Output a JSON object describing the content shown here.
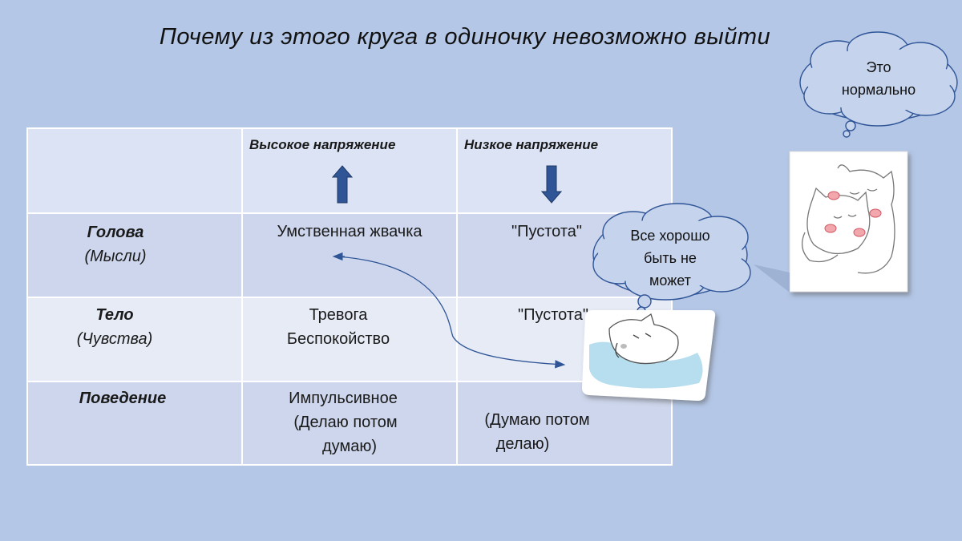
{
  "title": "Почему из этого круга в одиночку невозможно выйти",
  "table": {
    "headers": [
      "",
      "Высокое напряжение",
      "Низкое напряжение"
    ],
    "rows": [
      {
        "label": "Голова",
        "sub": "(Мысли)",
        "high": [
          "Умственная жвачка"
        ],
        "low": [
          "\"Пустота\""
        ]
      },
      {
        "label": "Тело",
        "sub": "(Чувства)",
        "high": [
          "Тревога",
          "Беспокойство"
        ],
        "low": [
          "\"Пустота\""
        ]
      },
      {
        "label": "Поведение",
        "sub": "",
        "high": [
          "Импульсивное",
          "(Делаю потом",
          "думаю)"
        ],
        "low": [
          "(Думаю потом",
          "делаю)"
        ]
      }
    ]
  },
  "bubble_top": [
    "Это",
    "нормально"
  ],
  "bubble_mid": [
    "Все хорошо",
    "быть не",
    "может"
  ],
  "colors": {
    "background": "#b4c7e7",
    "arrow": "#2f5597",
    "bubble": "#c5d3ec"
  }
}
